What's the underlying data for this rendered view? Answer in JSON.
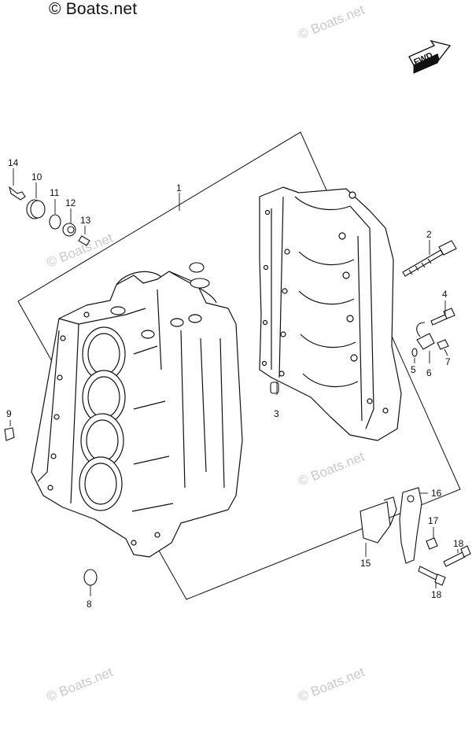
{
  "copyright": "© Boats.net",
  "watermark": "© Boats.net",
  "fwd_label": "FWD",
  "callouts": {
    "c1": "1",
    "c2": "2",
    "c3": "3",
    "c4": "4",
    "c5": "5",
    "c6": "6",
    "c7": "7",
    "c8": "8",
    "c9": "9",
    "c10": "10",
    "c11": "11",
    "c12": "12",
    "c13": "13",
    "c14": "14",
    "c15": "15",
    "c16": "16",
    "c17": "17",
    "c18a": "18",
    "c18b": "18"
  }
}
